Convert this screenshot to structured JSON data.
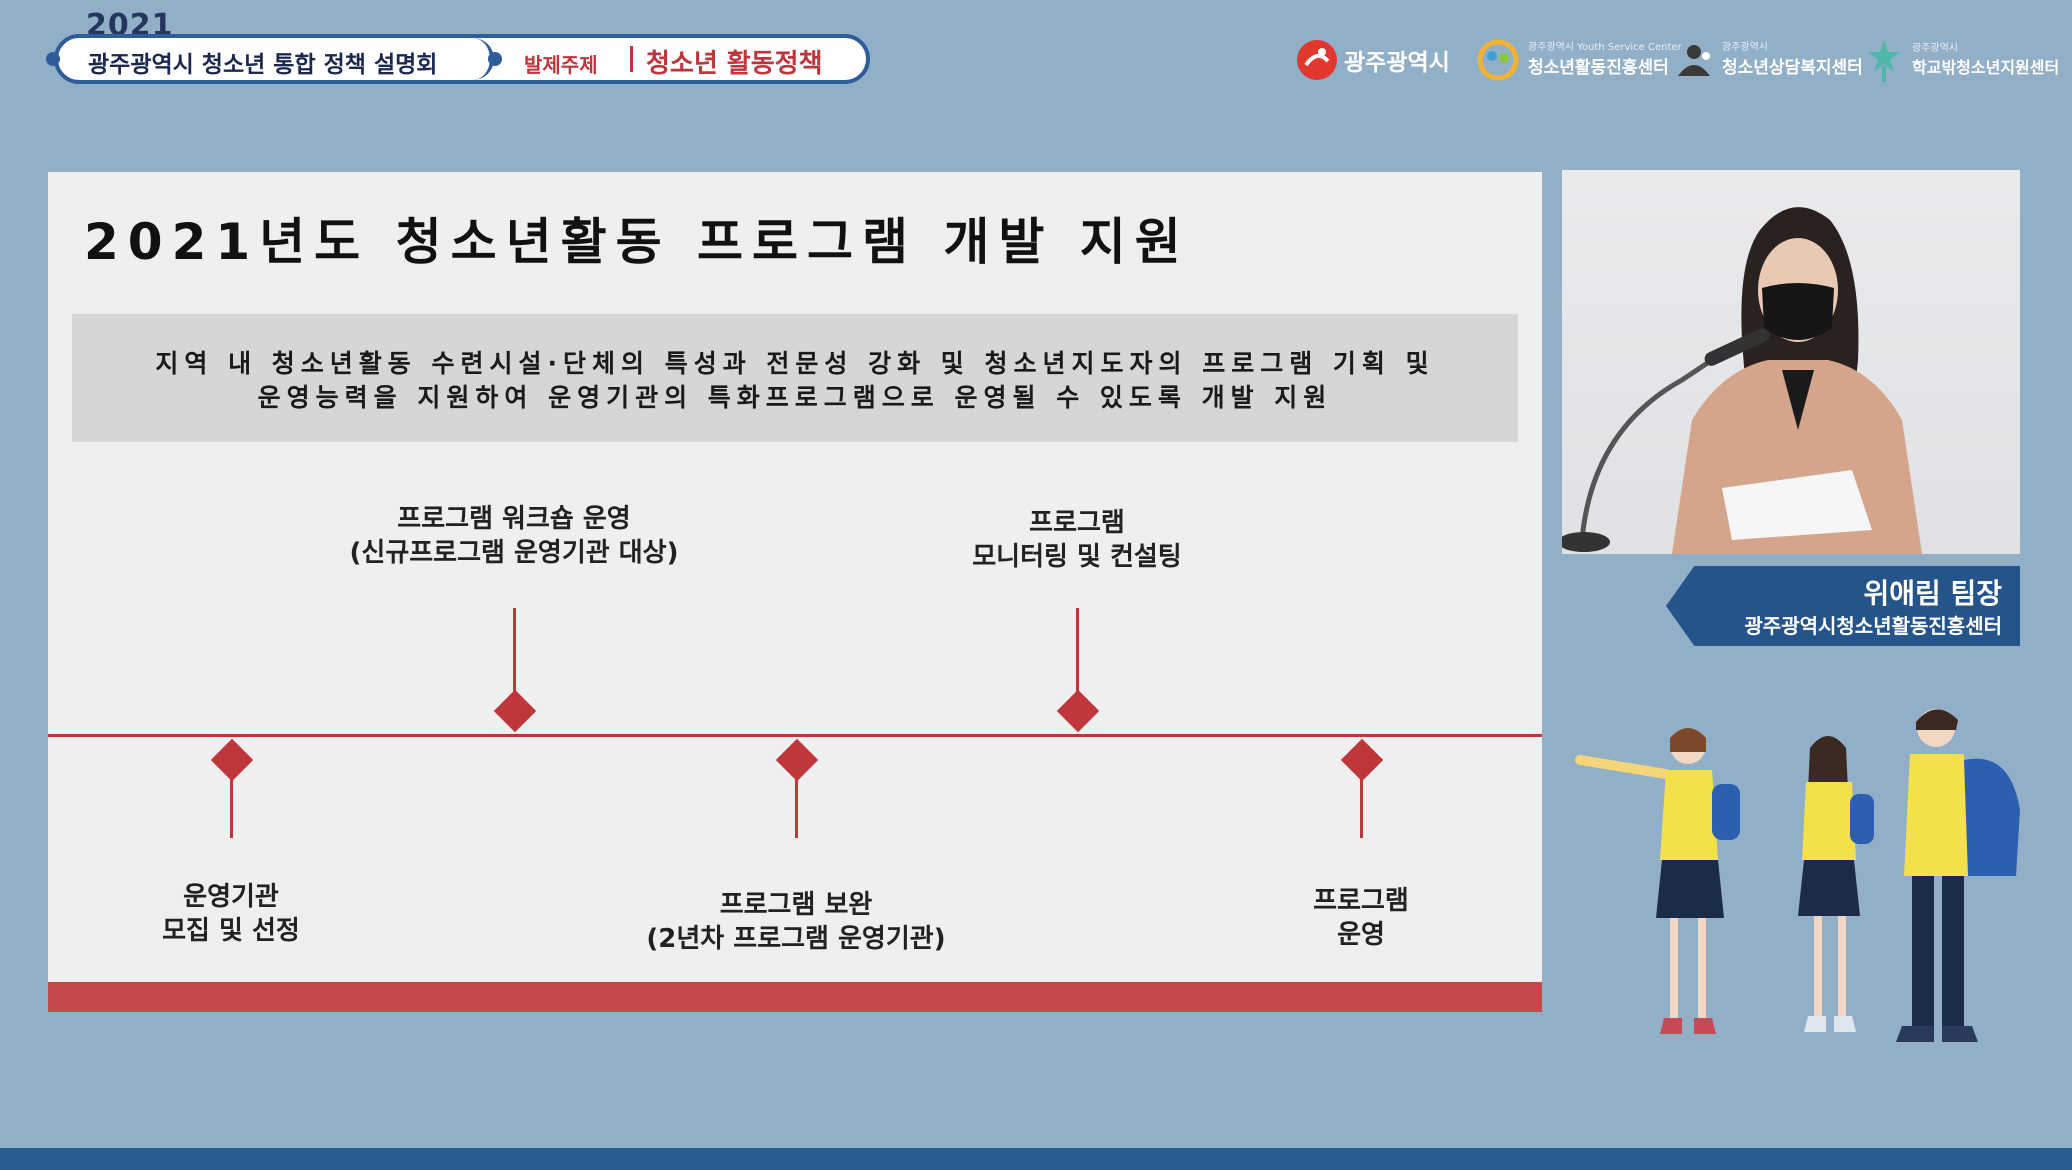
{
  "header": {
    "year": "2021",
    "event_title": "광주광역시 청소년 통합 정책 설명회",
    "topic_label": "발제주제",
    "topic": "청소년 활동정책"
  },
  "logos": [
    {
      "name": "광주광역시",
      "icon": "gwangju-city-logo",
      "color": "#e2372e"
    },
    {
      "small": "광주광역시 Youth Service Center",
      "name": "청소년활동진흥센터",
      "icon": "youth-activity-center-logo",
      "color": "#f2b233"
    },
    {
      "small": "광주광역시",
      "name": "청소년상담복지센터",
      "icon": "counseling-center-logo",
      "color": "#3a3a3a"
    },
    {
      "small": "광주광역시",
      "name": "학교밖청소년지원센터",
      "icon": "out-of-school-center-logo",
      "color": "#4fb6a8"
    }
  ],
  "slide": {
    "title": "2021년도 청소년활동 프로그램 개발 지원",
    "description": [
      "지역 내 청소년활동 수련시설·단체의 특성과 전문성 강화 및 청소년지도자의 프로그램 기획 및",
      "운영능력을 지원하여 운영기관의 특화프로그램으로 운영될 수 있도록 개발 지원"
    ],
    "steps_top": [
      {
        "line1": "프로그램 워크숍 운영",
        "line2": "(신규프로그램 운영기관 대상)"
      },
      {
        "line1": "프로그램",
        "line2": "모니터링 및 컨설팅"
      }
    ],
    "steps_bottom": [
      {
        "line1": "운영기관",
        "line2": "모집 및 선정"
      },
      {
        "line1": "프로그램 보완",
        "line2": "(2년차 프로그램 운영기관)"
      },
      {
        "line1": "프로그램",
        "line2": "운영"
      }
    ]
  },
  "speaker": {
    "name": "위애림 팀장",
    "organization": "광주광역시청소년활동진흥센터"
  },
  "colors": {
    "background": "#92afc8",
    "accent_red": "#c0373b",
    "banner_blue": "#2f5c9a",
    "nameplate_blue": "#24548a"
  }
}
